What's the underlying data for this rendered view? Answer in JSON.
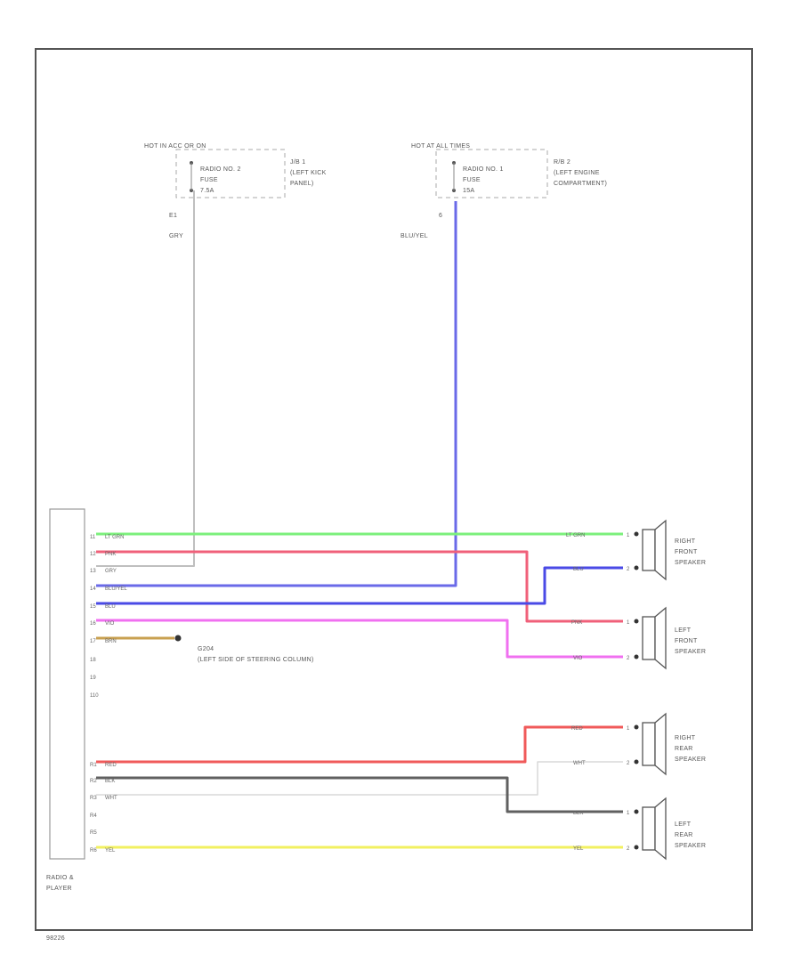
{
  "fuse_blocks": [
    {
      "hot_label": "HOT IN ACC OR ON",
      "fuse_lines": [
        "RADIO NO. 2",
        "FUSE",
        "7.5A"
      ],
      "location_lines": [
        "J/B 1",
        "(LEFT KICK",
        "PANEL)"
      ],
      "circuit_id": "E1",
      "wire_color": "GRY"
    },
    {
      "hot_label": "HOT AT ALL TIMES",
      "fuse_lines": [
        "RADIO NO. 1",
        "FUSE",
        "15A"
      ],
      "location_lines": [
        "R/B 2",
        "(LEFT ENGINE",
        "COMPARTMENT)"
      ],
      "circuit_id": "6",
      "wire_color": "BLU/YEL"
    }
  ],
  "radio": {
    "label_lines": [
      "RADIO &",
      "PLAYER"
    ],
    "pins_top": [
      {
        "id": "11",
        "wire": "LT GRN"
      },
      {
        "id": "12",
        "wire": "PNK"
      },
      {
        "id": "13",
        "wire": "GRY"
      },
      {
        "id": "14",
        "wire": "BLU/YEL"
      },
      {
        "id": "15",
        "wire": "BLU"
      },
      {
        "id": "16",
        "wire": "VIO"
      },
      {
        "id": "17",
        "wire": "BRN"
      },
      {
        "id": "18",
        "wire": ""
      },
      {
        "id": "19",
        "wire": ""
      },
      {
        "id": "110",
        "wire": ""
      }
    ],
    "pins_bottom": [
      {
        "id": "R1",
        "wire": "RED"
      },
      {
        "id": "R2",
        "wire": "BLK"
      },
      {
        "id": "R3",
        "wire": "WHT"
      },
      {
        "id": "R4",
        "wire": ""
      },
      {
        "id": "R5",
        "wire": ""
      },
      {
        "id": "R6",
        "wire": "YEL"
      }
    ]
  },
  "ground": {
    "id": "G204",
    "location": "(LEFT SIDE OF STEERING COLUMN)"
  },
  "speakers": [
    {
      "name_lines": [
        "RIGHT",
        "FRONT",
        "SPEAKER"
      ],
      "wires": [
        "LT GRN",
        "BLU"
      ],
      "pins": [
        "1",
        "2"
      ]
    },
    {
      "name_lines": [
        "LEFT",
        "FRONT",
        "SPEAKER"
      ],
      "wires": [
        "PNK",
        "VIO"
      ],
      "pins": [
        "1",
        "2"
      ]
    },
    {
      "name_lines": [
        "RIGHT",
        "REAR",
        "SPEAKER"
      ],
      "wires": [
        "RED",
        "WHT"
      ],
      "pins": [
        "1",
        "2"
      ]
    },
    {
      "name_lines": [
        "LEFT",
        "REAR",
        "SPEAKER"
      ],
      "wires": [
        "BLK",
        "YEL"
      ],
      "pins": [
        "1",
        "2"
      ]
    }
  ],
  "footer": "98226",
  "colors": {
    "lt_grn": "#7cf07c",
    "pnk": "#f0607a",
    "gry": "#bfbfbf",
    "blu_yel": "#6a6ae8",
    "blu": "#4a4ae6",
    "vio": "#f070f0",
    "brn": "#c8a050",
    "red": "#f05a5a",
    "blk": "#606060",
    "wht": "#d8d8d8",
    "yel": "#f2f060"
  }
}
